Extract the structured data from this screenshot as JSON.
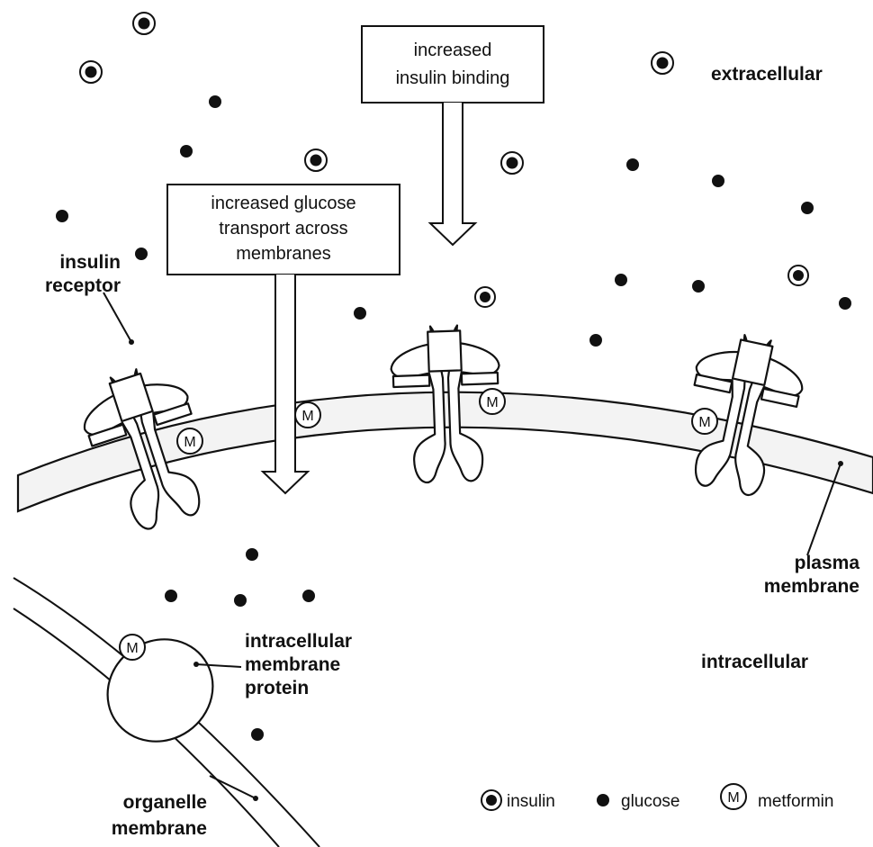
{
  "regions": {
    "extracellular": "extracellular",
    "intracellular": "intracellular"
  },
  "callouts": {
    "insulin_binding": [
      "increased",
      "insulin binding"
    ],
    "glucose_transport": [
      "increased glucose",
      "transport across",
      "membranes"
    ]
  },
  "labels": {
    "insulin_receptor": [
      "insulin",
      "receptor"
    ],
    "plasma_membrane": [
      "plasma",
      "membrane"
    ],
    "intracellular_protein": [
      "intracellular",
      "membrane",
      "protein"
    ],
    "organelle_membrane": [
      "organelle",
      "membrane"
    ]
  },
  "metformin_symbol": "M",
  "legend": {
    "insulin": "insulin",
    "glucose": "glucose",
    "metformin_symbol": "M",
    "metformin": "metformin"
  },
  "colors": {
    "ink": "#111111",
    "background": "#ffffff",
    "membrane_fill": "#f3f3f3"
  }
}
